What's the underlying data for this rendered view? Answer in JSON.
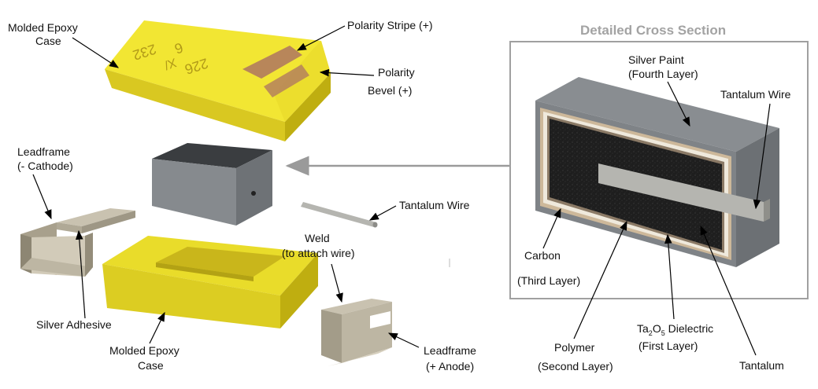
{
  "labels": {
    "molded_epoxy_top": [
      "Molded Epoxy",
      "Case"
    ],
    "polarity_stripe": "Polarity Stripe (+)",
    "polarity_bevel": [
      "Polarity",
      "Bevel (+)"
    ],
    "leadframe_cathode": [
      "Leadframe",
      "(- Cathode)"
    ],
    "tantalum_wire_left": "Tantalum Wire",
    "weld": [
      "Weld",
      "(to attach wire)"
    ],
    "silver_adhesive": "Silver Adhesive",
    "molded_epoxy_bottom": [
      "Molded Epoxy",
      "Case"
    ],
    "leadframe_anode": [
      "Leadframe",
      "(+ Anode)"
    ]
  },
  "marking": {
    "row1": "226",
    "row2": "6",
    "row3": "X/",
    "row4": "232"
  },
  "cross_section": {
    "title": "Detailed Cross Section",
    "silver_paint": [
      "Silver Paint",
      "(Fourth Layer)"
    ],
    "tantalum_wire": "Tantalum Wire",
    "carbon": [
      "Carbon",
      "(Third Layer)"
    ],
    "polymer": [
      "Polymer",
      "(Second Layer)"
    ],
    "dielectric_main": "Ta",
    "dielectric_sub1": "2",
    "dielectric_o": "O",
    "dielectric_sub2": "5",
    "dielectric_tail": " Dielectric",
    "dielectric_line2": "(First Layer)",
    "tantalum": "Tantalum"
  },
  "colors": {
    "epoxy_yellow": "#e9dc2a",
    "epoxy_shadow": "#bfae10",
    "polarity_stripe": "#b8865a",
    "body_gray": "#7d8287",
    "tantalum_dark": "#222222",
    "leadframe": "#b3ab9a",
    "box_border": "#a0a0a0"
  }
}
